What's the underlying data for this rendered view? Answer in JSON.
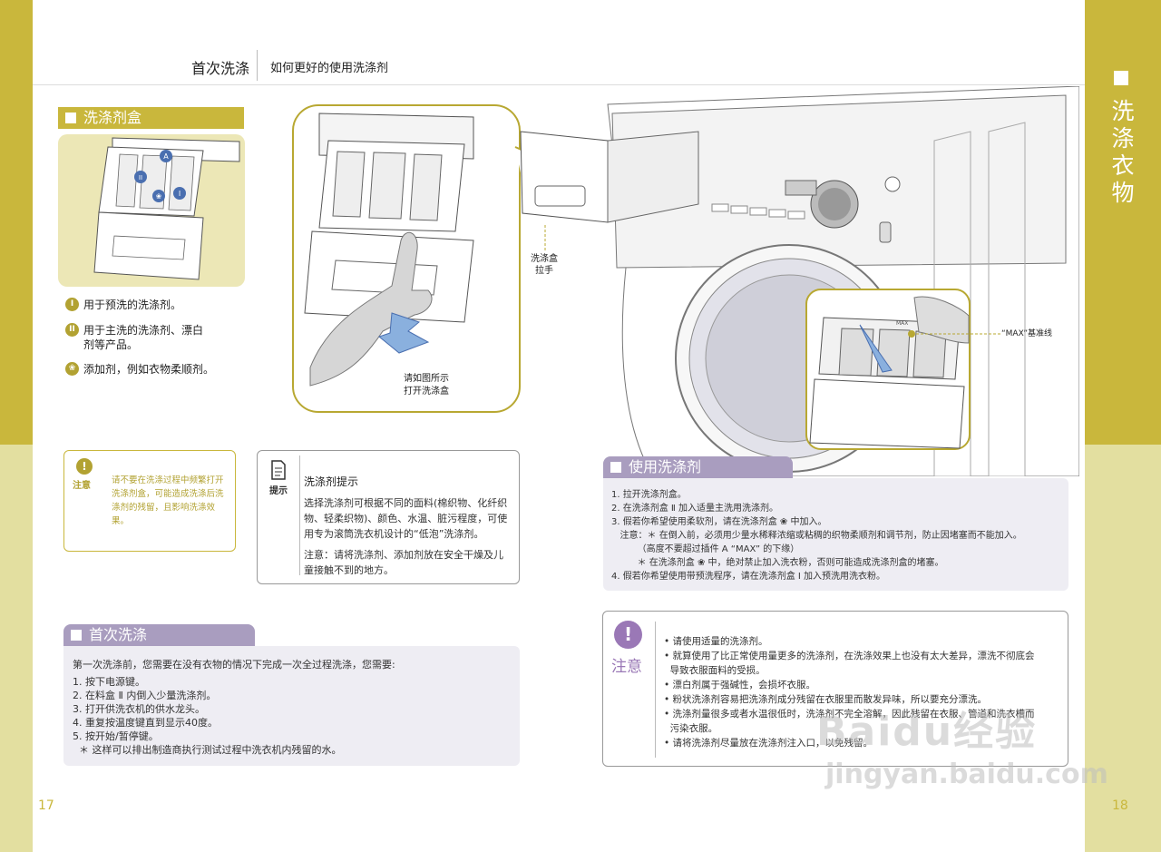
{
  "header": {
    "left": "首次洗涤",
    "right": "如何更好的使用洗涤剂"
  },
  "side": {
    "title": "洗涤衣物"
  },
  "pages": {
    "left": "17",
    "right": "18"
  },
  "detergent_box": {
    "title": "洗涤剂盒",
    "illus_markers": {
      "a": "A",
      "ii": "II",
      "i": "I"
    },
    "legend": [
      {
        "icon": "I",
        "text": "用于预洗的洗涤剂。"
      },
      {
        "icon": "II",
        "text": "用于主洗的洗涤剂、漂白剂等产品。"
      },
      {
        "icon": "❀",
        "text": "添加剂，例如衣物柔顺剂。"
      }
    ]
  },
  "caution_left": {
    "icon": "!",
    "label": "注意",
    "text": "请不要在洗涤过程中频繁打开洗涤剂盒，可能造成洗涤后洗涤剂的残留，且影响洗涤效果。"
  },
  "tip": {
    "label": "提示",
    "title": "洗涤剂提示",
    "text1": "选择洗涤剂可根据不同的面料(棉织物、化纤织物、轻柔织物)、颜色、水温、脏污程度，可使用专为滚筒洗衣机设计的“低泡”洗涤剂。",
    "text2": "注意：请将洗涤剂、添加剂放在安全干燥及儿童接触不到的地方。"
  },
  "first_wash": {
    "title": "首次洗涤",
    "intro": "第一次洗涤前，您需要在没有衣物的情况下完成一次全过程洗涤，您需要:",
    "steps": [
      "1. 按下电源键。",
      "2. 在料盒 Ⅱ 内倒入少量洗涤剂。",
      "3. 打开供洗衣机的供水龙头。",
      "4. 重复按温度键直到显示40度。",
      "5. 按开始/暂停键。",
      "  ＊ 这样可以排出制造商执行测试过程中洗衣机内残留的水。"
    ]
  },
  "illustration": {
    "caption_open": "请如图所示\n打开洗涤盒",
    "caption_handle": "洗涤盒\n拉手",
    "caption_max": "“MAX”基准线",
    "max_mark": "MAX"
  },
  "use_detergent": {
    "title": "使用洗涤剂",
    "lines": [
      "1. 拉开洗涤剂盒。",
      "2. 在洗涤剂盒 Ⅱ 加入适量主洗用洗涤剂。",
      "3. 假若你希望使用柔软剂，请在洗涤剂盒 ❀ 中加入。",
      "   注意：＊ 在倒入前，必须用少量水稀释浓缩或粘稠的织物柔顺剂和调节剂，防止因堵塞而不能加入。",
      "         （高度不要超过插件 A “MAX” 的下缘）",
      "         ＊ 在洗涤剂盒 ❀ 中，绝对禁止加入洗衣粉，否则可能造成洗涤剂盒的堵塞。",
      "4. 假若你希望使用带预洗程序，请在洗涤剂盒 Ⅰ 加入预洗用洗衣粉。"
    ]
  },
  "caution_right": {
    "icon": "!",
    "label": "注意",
    "items": [
      "• 请使用适量的洗涤剂。",
      "• 就算使用了比正常使用量更多的洗涤剂，在洗涤效果上也没有太大差异，漂洗不彻底会",
      "  导致衣服面料的受损。",
      "• 漂白剂属于强碱性，会损坏衣服。",
      "• 粉状洗涤剂容易把洗涤剂成分残留在衣服里而散发异味，所以要充分漂洗。",
      "• 洗涤剂量很多或者水温很低时，洗涤剂不完全溶解，因此残留在衣服、管道和洗衣槽而",
      "  污染衣服。",
      "• 请将洗涤剂尽量放在洗涤剂注入口，以免残留。"
    ]
  },
  "watermark": {
    "brand": "Baidu经验",
    "url": "jingyan.baidu.com"
  },
  "colors": {
    "olive": "#c9b73c",
    "olive_light": "#e3dfa0",
    "lavender": "#a99dbf",
    "purple": "#9a78b6"
  }
}
